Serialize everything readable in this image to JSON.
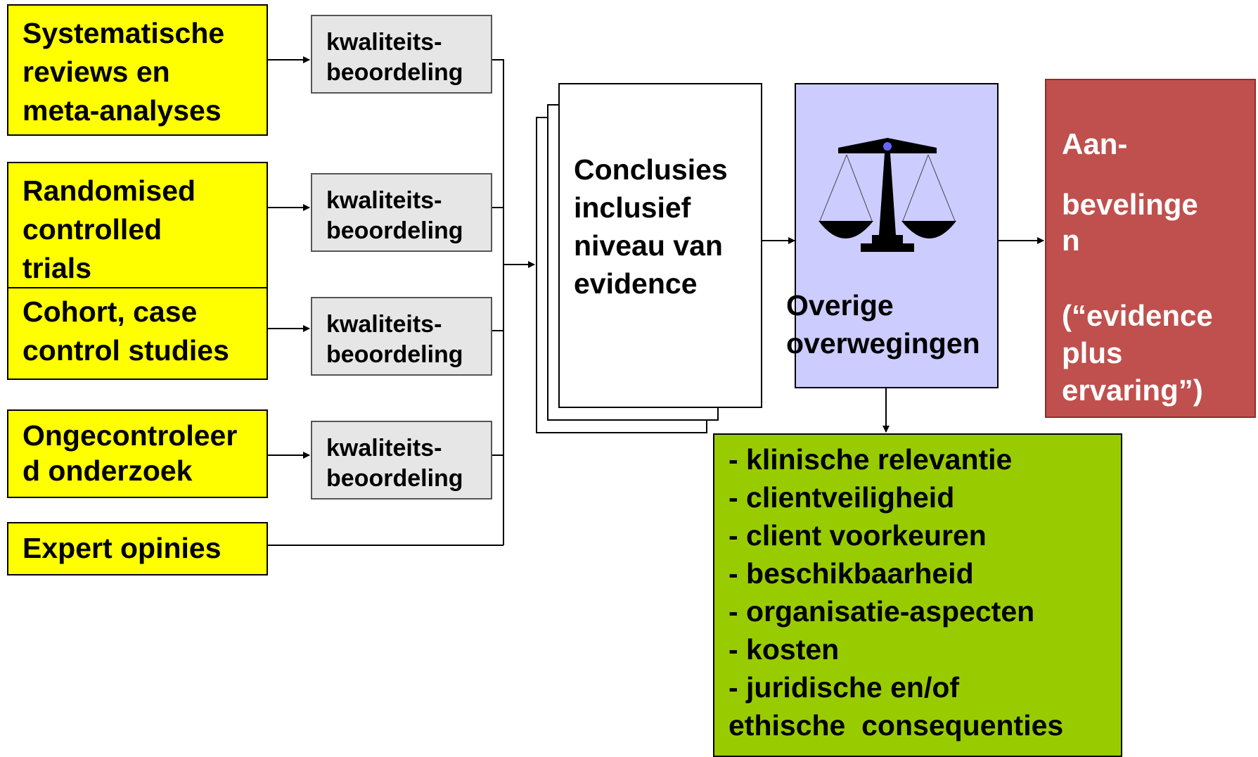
{
  "sources": [
    {
      "lines": [
        "Systematische",
        "reviews en",
        "meta-analyses"
      ]
    },
    {
      "lines": [
        "Randomised",
        "controlled",
        "trials"
      ]
    },
    {
      "lines": [
        "Cohort, case",
        "control studies"
      ]
    },
    {
      "lines": [
        "Ongecontroleer",
        "d onderzoek"
      ]
    },
    {
      "lines": [
        "Expert opinies"
      ]
    }
  ],
  "quality": {
    "lines": [
      "kwaliteits-",
      "beoordeling"
    ]
  },
  "conclusions": {
    "lines": [
      "Conclusies",
      "inclusief",
      "niveau van",
      "evidence"
    ]
  },
  "other": {
    "lines": [
      "Overige",
      "overwegingen"
    ],
    "icon": "scales-of-justice-icon"
  },
  "recommendations": {
    "line1": "Aan-",
    "line2": "bevelinge",
    "line3": "n",
    "line4": "(“evidence",
    "line5": "plus",
    "line6": "ervaring”)"
  },
  "factors": {
    "lines": [
      "- klinische relevantie",
      "- clientveiligheid",
      "- client voorkeuren",
      "- beschikbaarheid",
      "- organisatie-aspecten",
      "- kosten",
      "- juridische en/of",
      "ethische  consequenties"
    ]
  },
  "colors": {
    "source": "#ffff00",
    "quality": "#e6e6e6",
    "other": "#ccccff",
    "recommendations": "#c0504d",
    "factors": "#99cc00"
  }
}
